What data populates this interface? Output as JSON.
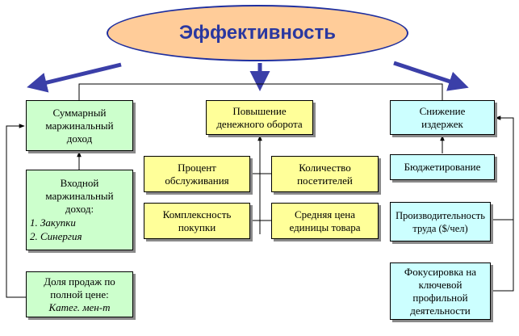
{
  "title": "Эффективность",
  "boxes": {
    "marginal_income": "Суммарный\nмаржинальный\nдоход",
    "input_margin": {
      "heading": "Входной\nмаржинальный\nдоход:",
      "items": [
        "1. Закупки",
        "2. Синергия"
      ]
    },
    "full_price_share": {
      "line1": "Доля продаж по\nполной цене:",
      "line2": "Катег. мен-т"
    },
    "turnover": "Повышение\nденежного оборота",
    "service_percent": "Процент\nобслуживания",
    "visitors": "Количество\nпосетителей",
    "basket": "Комплексность\nпокупки",
    "avg_price": "Средняя цена\nединицы товара",
    "costs": "Снижение\nиздержек",
    "budgeting": "Бюджетирование",
    "productivity": "Производительность\nтруда ($/чел)",
    "focus": "Фокусировка на\nключевой\nпрофильной\nдеятельности"
  },
  "colors": {
    "green": "#ccffcc",
    "yellow": "#ffff99",
    "cyan": "#ccffff",
    "ellipse_fill": "#ffcc99",
    "arrow": "#3b3fa8",
    "title": "#2a38a0"
  }
}
